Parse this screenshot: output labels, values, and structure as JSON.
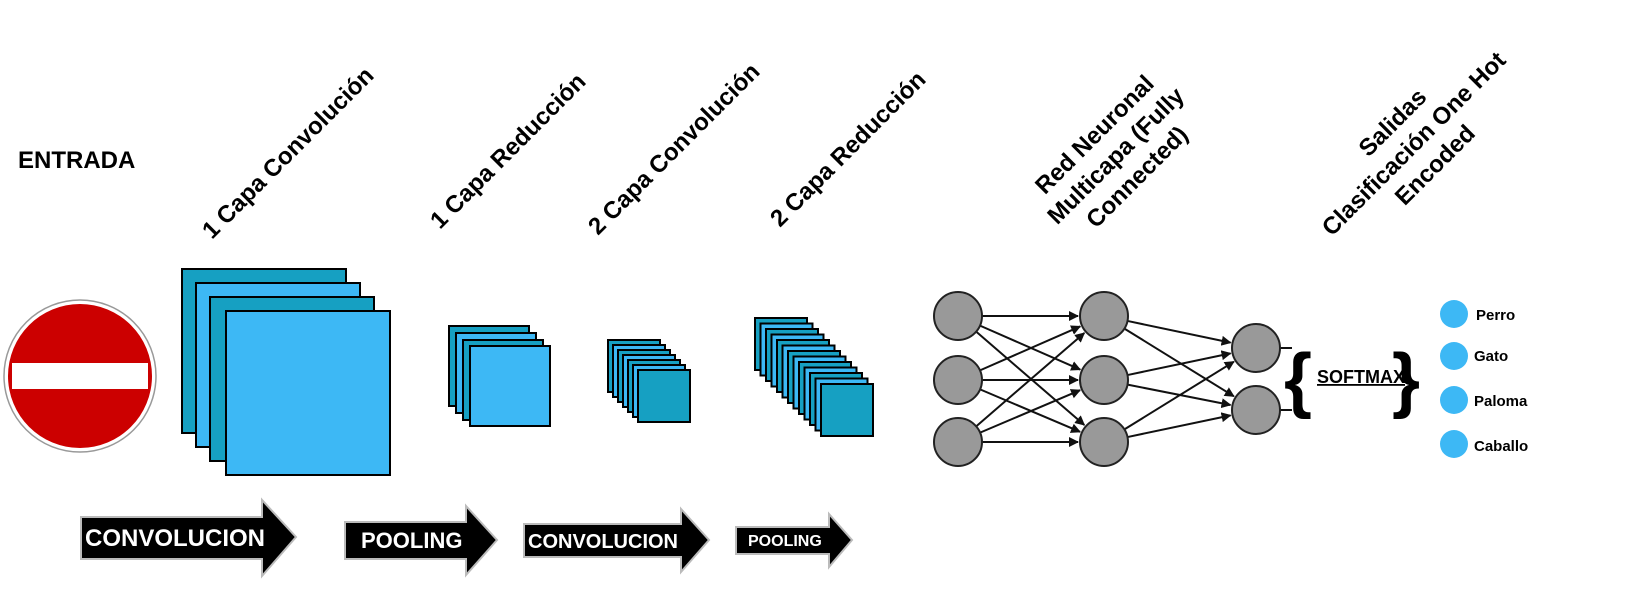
{
  "input": {
    "title": "ENTRADA"
  },
  "layers": [
    {
      "title": "1 Capa Convolución"
    },
    {
      "title": "1 Capa Reducción"
    },
    {
      "title": "2 Capa Convolución"
    },
    {
      "title": "2 Capa Reducción"
    }
  ],
  "network": {
    "title_lines": [
      "Red Neuronal",
      "Multicapa (Fully",
      "Connected)"
    ]
  },
  "outputs_header": {
    "title_lines": [
      "Salidas",
      "Clasificación One Hot",
      "Encoded"
    ]
  },
  "arrows": [
    {
      "label": "CONVOLUCION"
    },
    {
      "label": "POOLING"
    },
    {
      "label": "CONVOLUCION"
    },
    {
      "label": "POOLING"
    }
  ],
  "softmax": {
    "label": "SOFTMAX",
    "open_brace": "{",
    "close_brace": "}"
  },
  "classes": [
    "Perro",
    "Gato",
    "Paloma",
    "Caballo"
  ],
  "colors": {
    "stop_sign_red": "#cc0000",
    "feature_dark": "#16a0c2",
    "feature_light": "#3db8f5",
    "node_gray": "#999999",
    "output_dot": "#3db8f5"
  }
}
